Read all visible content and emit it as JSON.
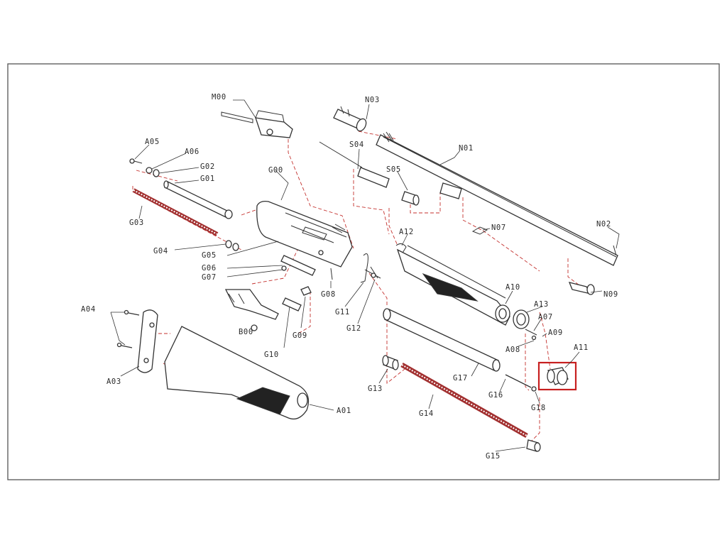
{
  "labels": {
    "M00": "M00",
    "N03": "N03",
    "N01": "N01",
    "N02": "N02",
    "N07": "N07",
    "N09": "N09",
    "S04": "S04",
    "S05": "S05",
    "G00": "G00",
    "A05": "A05",
    "A06": "A06",
    "G02": "G02",
    "G01": "G01",
    "G03": "G03",
    "G04": "G04",
    "G05": "G05",
    "G06": "G06",
    "G07": "G07",
    "G08": "G08",
    "G09": "G09",
    "G10": "G10",
    "G11": "G11",
    "G12": "G12",
    "B00": "B00",
    "A04": "A04",
    "A03": "A03",
    "A01": "A01",
    "A12": "A12",
    "A10": "A10",
    "A13": "A13",
    "A07": "A07",
    "A08": "A08",
    "A09": "A09",
    "A11": "A11",
    "G13": "G13",
    "G14": "G14",
    "G15": "G15",
    "G16": "G16",
    "G17": "G17",
    "G18": "G18"
  },
  "colors": {
    "frame": "#555555",
    "line_art": "#333333",
    "assembly_dash": "#c4312e",
    "highlight_box": "#c71f1f"
  },
  "highlighted_part": "A11"
}
